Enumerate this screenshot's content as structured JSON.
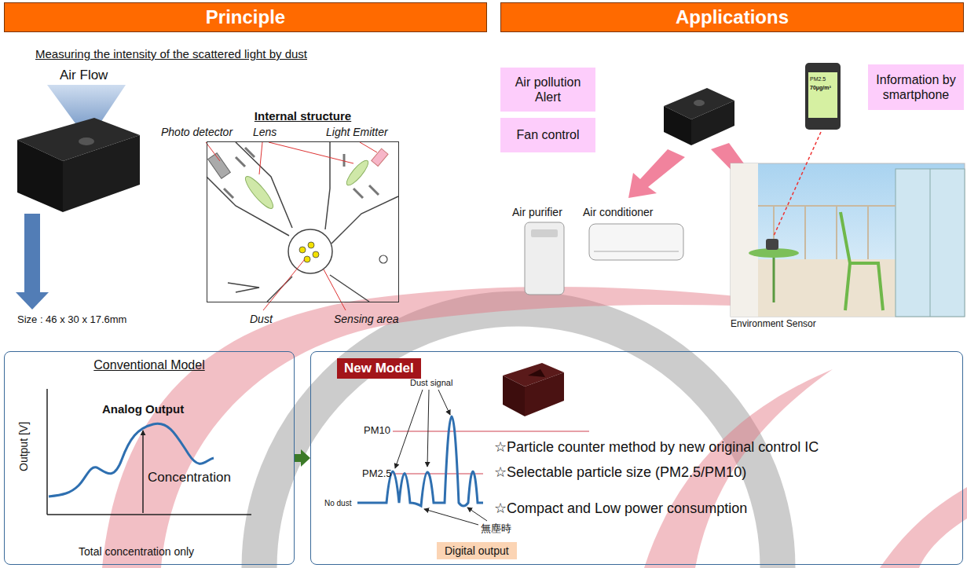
{
  "diagram": {
    "nodes": [
      {
        "text": [
          "Principle"
        ]
      },
      {
        "text": [
          "Applications"
        ]
      },
      {
        "text": [
          "Internal structure"
        ]
      },
      {
        "text": [
          "Air pollution Alert"
        ]
      },
      {
        "text": [
          "Fan control"
        ]
      },
      {
        "text": [
          "Information by smartphone"
        ]
      },
      {
        "text": [
          "Conventional Model"
        ]
      },
      {
        "text": [
          "☆Particle counter method by new original control IC",
          "☆Selectable particle size (PM2.5/PM10)",
          "☆Compact and Low power consumption"
        ]
      },
      {
        "text": [
          "New Model"
        ],
        "in": 7
      },
      {
        "text": [
          "Digital output"
        ],
        "in": 7
      }
    ],
    "edges": [
      {
        "from": 6,
        "to": 7,
        "arrow": "to"
      }
    ],
    "labels": [
      "Measuring the intensity of the scattered light by dust",
      "Air Flow",
      "Size : 46 x 30 x 17.6mm",
      "Photo detector",
      "Lens",
      "Light Emitter",
      "Dust",
      "Sensing area",
      "PM2.5",
      "70μg/m³",
      "Air purifier",
      "Air conditioner",
      "Environment Sensor",
      "Output [V]",
      "Analog Output",
      "Concentration",
      "Total concentration only",
      "Dust signal",
      "PM10",
      "PM2.5",
      "No dust",
      "無塵時"
    ]
  }
}
